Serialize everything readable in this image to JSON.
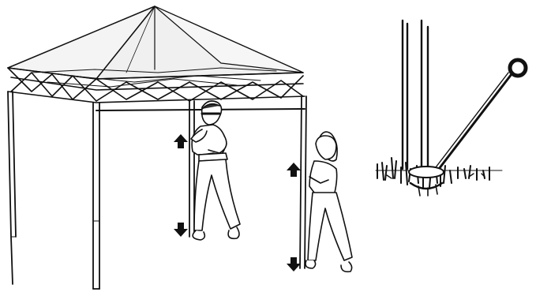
{
  "figure": {
    "panels": [
      {
        "name": "canopy-setup",
        "content": "line-drawing"
      },
      {
        "name": "stake-detail",
        "content": "line-drawing"
      }
    ],
    "arrows": [
      "up",
      "down",
      "up",
      "down"
    ],
    "colors": {
      "ink": "#111111",
      "paper": "#ffffff",
      "roof": "#f4f4f4"
    }
  }
}
